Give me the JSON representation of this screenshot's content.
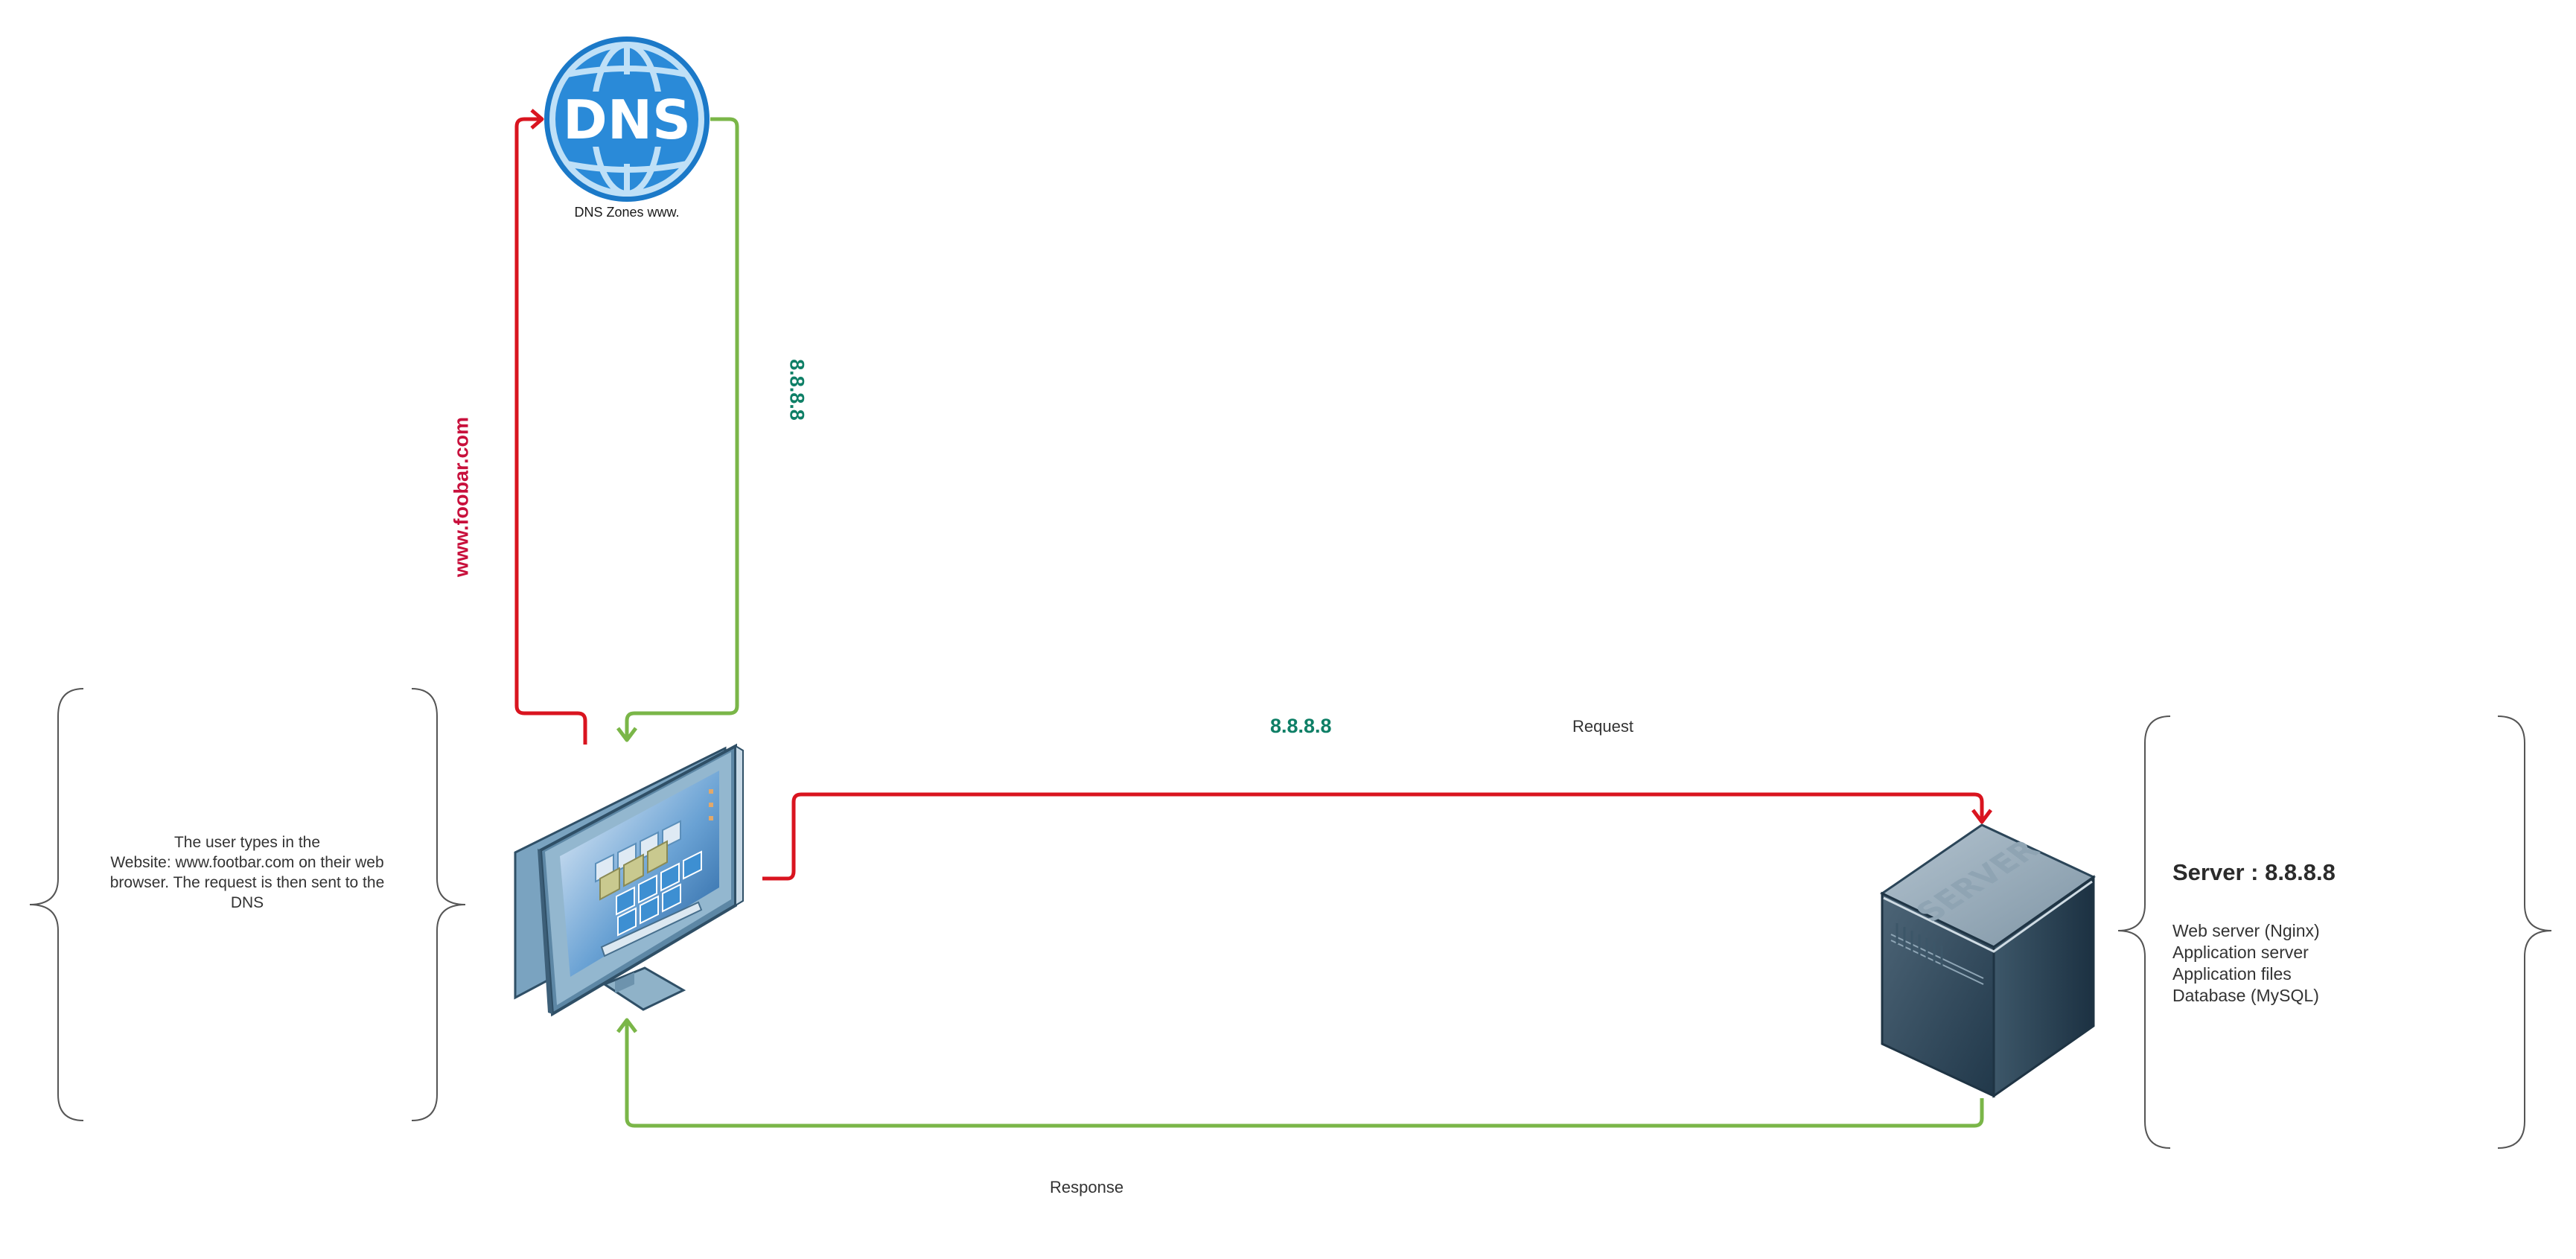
{
  "dns": {
    "icon_text": "DNS",
    "caption": "DNS Zones www."
  },
  "labels": {
    "query_domain": "www.foobar.com",
    "dns_answer_ip": "8.8.8.8",
    "request_ip": "8.8.8.8",
    "request": "Request",
    "response": "Response"
  },
  "user_note": {
    "lines": [
      "The user types in the",
      "Website: www.footbar.com on their web",
      "browser. The request is then sent to the",
      "DNS"
    ]
  },
  "server": {
    "icon_text": "SERVER",
    "title": "Server : 8.8.8.8",
    "components": [
      "Web server (Nginx)",
      "Application server",
      "Application files",
      "Database (MySQL)"
    ]
  },
  "colors": {
    "request_arrow": "#d9141f",
    "response_arrow": "#7ab648",
    "query_text": "#c8103c",
    "ip_text": "#0e7f66",
    "dns_blue": "#1b79c8"
  }
}
